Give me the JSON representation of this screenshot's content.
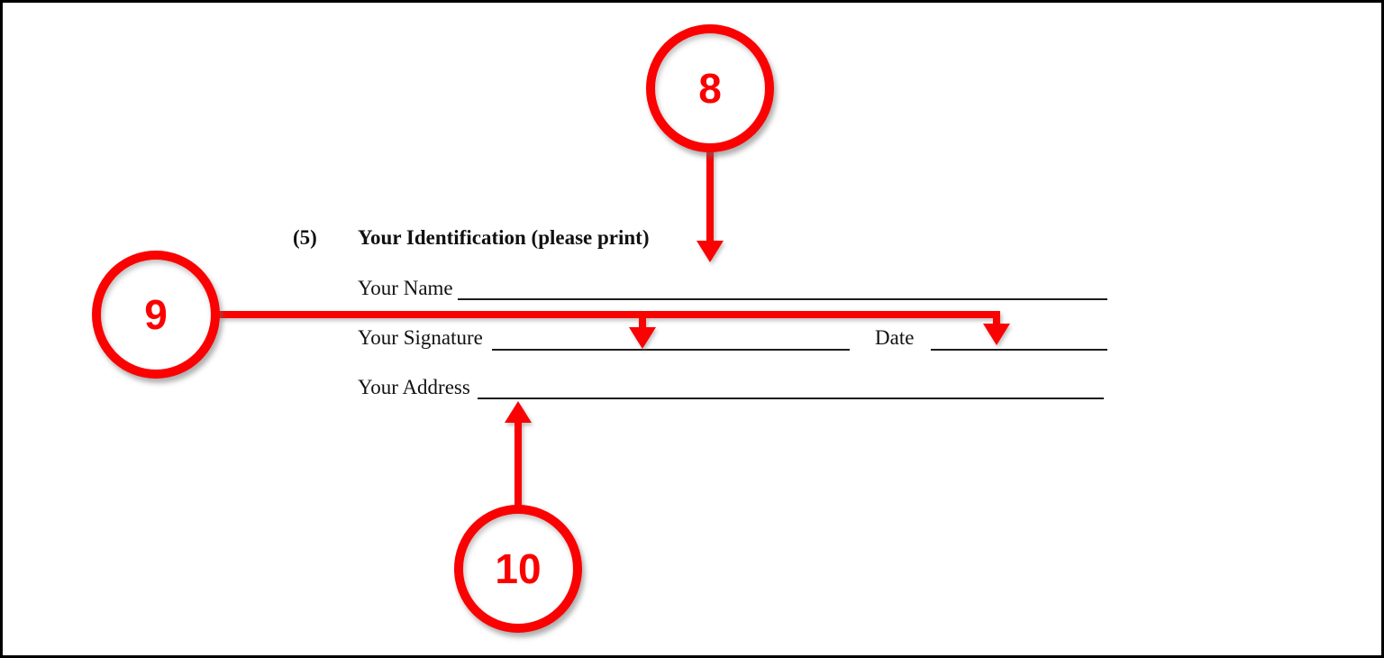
{
  "page": {
    "background_color": "#ffffff",
    "border_color": "#000000"
  },
  "document": {
    "section_number": "(5)",
    "section_title": "Your Identification (please print)",
    "name_label": "Your Name",
    "signature_label": "Your Signature",
    "date_label": "Date",
    "address_label": "Your Address"
  },
  "annotations": {
    "accent_color": "#fa0202",
    "callout_8": "8",
    "callout_9": "9",
    "callout_10": "10"
  }
}
